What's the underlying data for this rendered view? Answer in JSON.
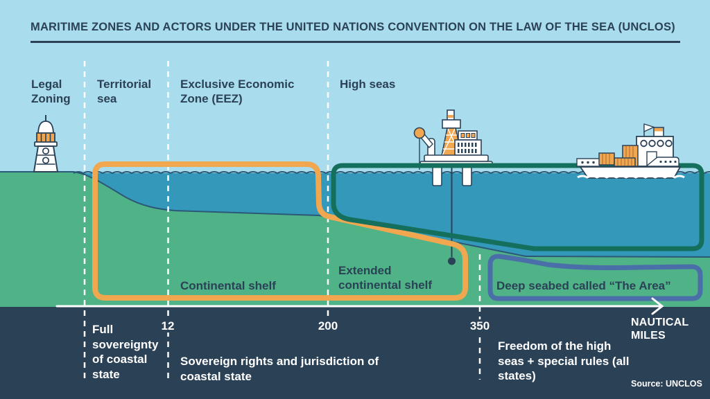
{
  "title": "MARITIME ZONES AND ACTORS UNDER THE UNITED NATIONS CONVENTION ON THE LAW OF THE SEA (UNCLOS)",
  "zones": {
    "legal_zoning": "Legal Zoning",
    "territorial_sea": "Territorial sea",
    "eez": "Exclusive Economic Zone (EEZ)",
    "high_seas": "High seas"
  },
  "seabed": {
    "continental_shelf": "Continental shelf",
    "extended_continental_shelf": "Extended continental shelf",
    "deep_seabed": "Deep seabed called “The Area”"
  },
  "axis": {
    "ticks": [
      "12",
      "200",
      "350"
    ],
    "unit": "NAUTICAL MILES"
  },
  "rights": {
    "territorial": "Full sovereignty of coastal state",
    "eez_shelf": "Sovereign rights and jurisdiction of coastal state",
    "high_seas": "Freedom of the high seas + special rules (all states)"
  },
  "source": "Source: UNCLOS",
  "icons": {
    "lighthouse": "lighthouse-icon",
    "oil_rig": "oil-rig-icon",
    "cargo_ship": "cargo-ship-icon",
    "axis_arrow": "arrow-right-icon"
  },
  "colors": {
    "sky": "#a9dcec",
    "water": "#3498bb",
    "land_green": "#50b287",
    "navy": "#2b4156",
    "shelf_outline_orange": "#f0a750",
    "high_seas_outline_teal": "#14705c",
    "area_outline_blue": "#4a6fa8",
    "text_white": "#ffffff"
  }
}
